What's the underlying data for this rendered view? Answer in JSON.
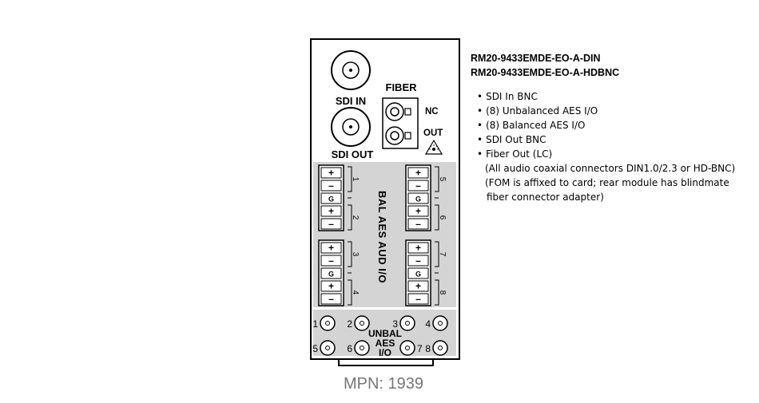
{
  "panel": {
    "sdi_in_label": "SDI IN",
    "sdi_out_label": "SDI OUT",
    "fiber_label": "FIBER",
    "fiber_nc_label": "NC",
    "fiber_out_label": "OUT",
    "bal_section_label": "BAL AES AUD I/O",
    "terminal_pins": [
      "+",
      "–",
      "G",
      "+",
      "–"
    ],
    "bal_groups": [
      "1",
      "2",
      "3",
      "4",
      "5",
      "6",
      "7",
      "8"
    ],
    "unbal_numbers": [
      "1",
      "2",
      "3",
      "4",
      "5",
      "6",
      "7",
      "8"
    ],
    "unbal_label_lines": [
      "UNBAL",
      "AES",
      "I/O"
    ]
  },
  "specs": {
    "models": [
      "RM20-9433EMDE-EO-A-DIN",
      "RM20-9433EMDE-EO-A-HDBNC"
    ],
    "features": [
      "SDI In BNC",
      "(8) Unbalanced AES I/O",
      "(8) Balanced AES I/O",
      "SDI Out BNC",
      "Fiber Out (LC)"
    ],
    "notes": [
      "(All audio coaxial connectors DIN1.0/2.3 or HD-BNC)",
      "(FOM is affixed to card; rear module has blindmate",
      "fiber connector adapter)"
    ]
  },
  "mpn": "MPN: 1939"
}
